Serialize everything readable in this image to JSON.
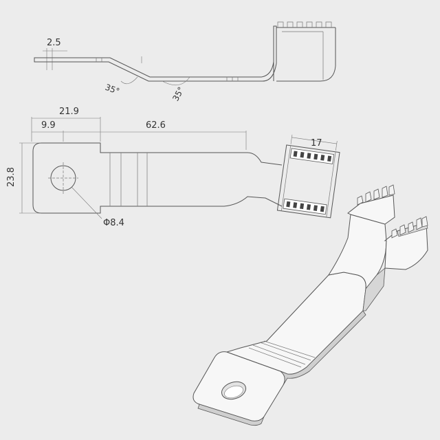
{
  "drawing": {
    "side_view": {
      "thickness_label": "2.5",
      "bend_angle_left": "35°",
      "bend_angle_right": "35°"
    },
    "top_view": {
      "dim_to_hole_edge": "21.9",
      "dim_to_hole_center": "9.9",
      "dim_body_length": "62.6",
      "dim_width": "23.8",
      "dim_hole_diameter": "Φ8.4",
      "dim_cup_width": "17"
    }
  }
}
